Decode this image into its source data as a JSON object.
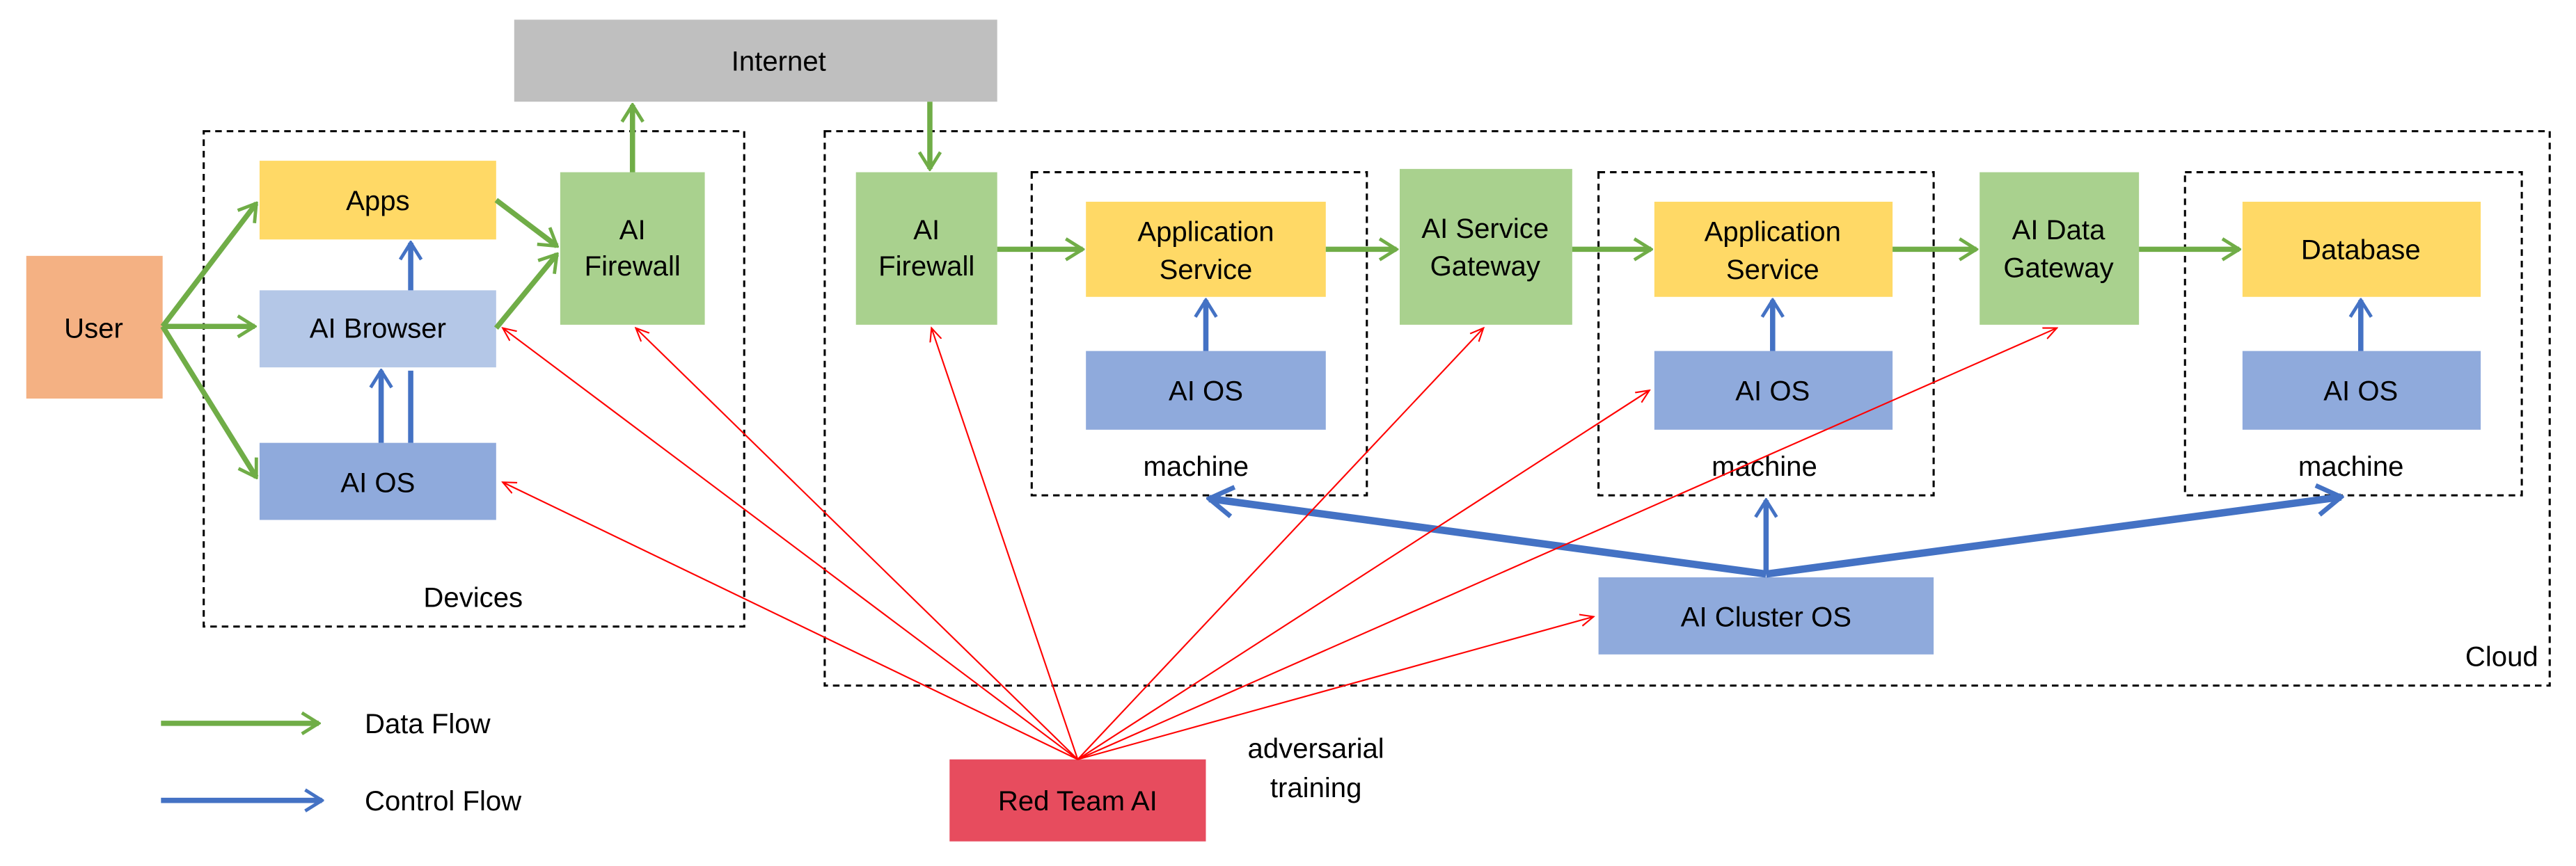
{
  "colors": {
    "user": "#F4B183",
    "app": "#FFD966",
    "ai_browser": "#B4C7E7",
    "ai_os": "#8FAADC",
    "gateway": "#A9D18E",
    "internet": "#BFBFBF",
    "red_team": "#E74C5E",
    "data_flow": "#70AD47",
    "control_flow": "#4472C4",
    "attack": "#FF0000"
  },
  "nodes": {
    "user": "User",
    "internet": "Internet",
    "apps": "Apps",
    "ai_browser": "AI Browser",
    "device_ai_os": "AI OS",
    "device_firewall": [
      "AI",
      "Firewall"
    ],
    "cloud_firewall": [
      "AI",
      "Firewall"
    ],
    "app_service_1": [
      "Application",
      "Service"
    ],
    "machine1_ai_os": "AI OS",
    "ai_service_gateway": [
      "AI Service",
      "Gateway"
    ],
    "app_service_2": [
      "Application",
      "Service"
    ],
    "machine2_ai_os": "AI OS",
    "ai_data_gateway": [
      "AI Data",
      "Gateway"
    ],
    "database": "Database",
    "machine3_ai_os": "AI OS",
    "ai_cluster_os": "AI Cluster OS",
    "red_team_ai": "Red Team AI"
  },
  "groups": {
    "devices": "Devices",
    "cloud": "Cloud",
    "machine": "machine"
  },
  "annotations": {
    "adversarial": [
      "adversarial",
      "training"
    ]
  },
  "legend": [
    {
      "label": "Data Flow",
      "color": "#70AD47"
    },
    {
      "label": "Control Flow",
      "color": "#4472C4"
    }
  ],
  "edges": {
    "data_flow": [
      [
        "User",
        "Apps"
      ],
      [
        "User",
        "AI Browser"
      ],
      [
        "User",
        "AI OS"
      ],
      [
        "Apps",
        "AI Firewall"
      ],
      [
        "AI Browser",
        "AI Firewall"
      ],
      [
        "AI Firewall",
        "Internet"
      ],
      [
        "Internet",
        "AI Firewall (Cloud)"
      ],
      [
        "AI Firewall (Cloud)",
        "Application Service"
      ],
      [
        "Application Service",
        "AI Service Gateway"
      ],
      [
        "AI Service Gateway",
        "Application Service"
      ],
      [
        "Application Service",
        "AI Data Gateway"
      ],
      [
        "AI Data Gateway",
        "Database"
      ]
    ],
    "control_flow": [
      [
        "AI Browser",
        "Apps"
      ],
      [
        "AI OS",
        "AI Browser"
      ],
      [
        "AI OS",
        "Application Service"
      ],
      [
        "AI OS",
        "Application Service"
      ],
      [
        "AI OS",
        "Database"
      ],
      [
        "AI Cluster OS",
        "machine"
      ],
      [
        "AI Cluster OS",
        "machine"
      ],
      [
        "AI Cluster OS",
        "machine"
      ]
    ],
    "adversarial_training": [
      "AI Browser",
      "AI OS",
      "AI Firewall",
      "AI Firewall (Cloud)",
      "AI Service Gateway",
      "AI OS (machine 2)",
      "AI Data Gateway",
      "AI Cluster OS"
    ]
  }
}
